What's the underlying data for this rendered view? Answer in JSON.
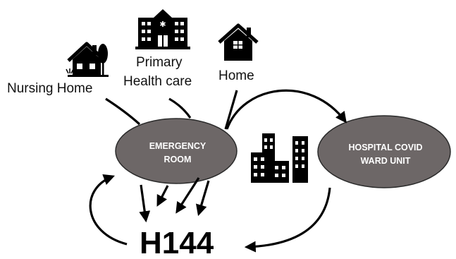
{
  "sources": {
    "nursing_home": {
      "label": "Nursing Home",
      "icon": "house-with-tree-icon"
    },
    "primary_care": {
      "label_line1": "Primary",
      "label_line2": "Health care",
      "icon": "health-center-building-icon"
    },
    "home": {
      "label": "Home",
      "icon": "house-icon"
    }
  },
  "nodes": {
    "emergency_room": {
      "label_line1": "EMERGENCY",
      "label_line2": "ROOM"
    },
    "hospital_ward": {
      "label_line1": "HOSPITAL COVID",
      "label_line2": "WARD UNIT"
    },
    "hospital_icon": "city-buildings-icon"
  },
  "target": {
    "label": "H144"
  },
  "colors": {
    "node_fill": "#6d6767",
    "node_stroke": "#2b2b2b",
    "ink": "#000000"
  }
}
